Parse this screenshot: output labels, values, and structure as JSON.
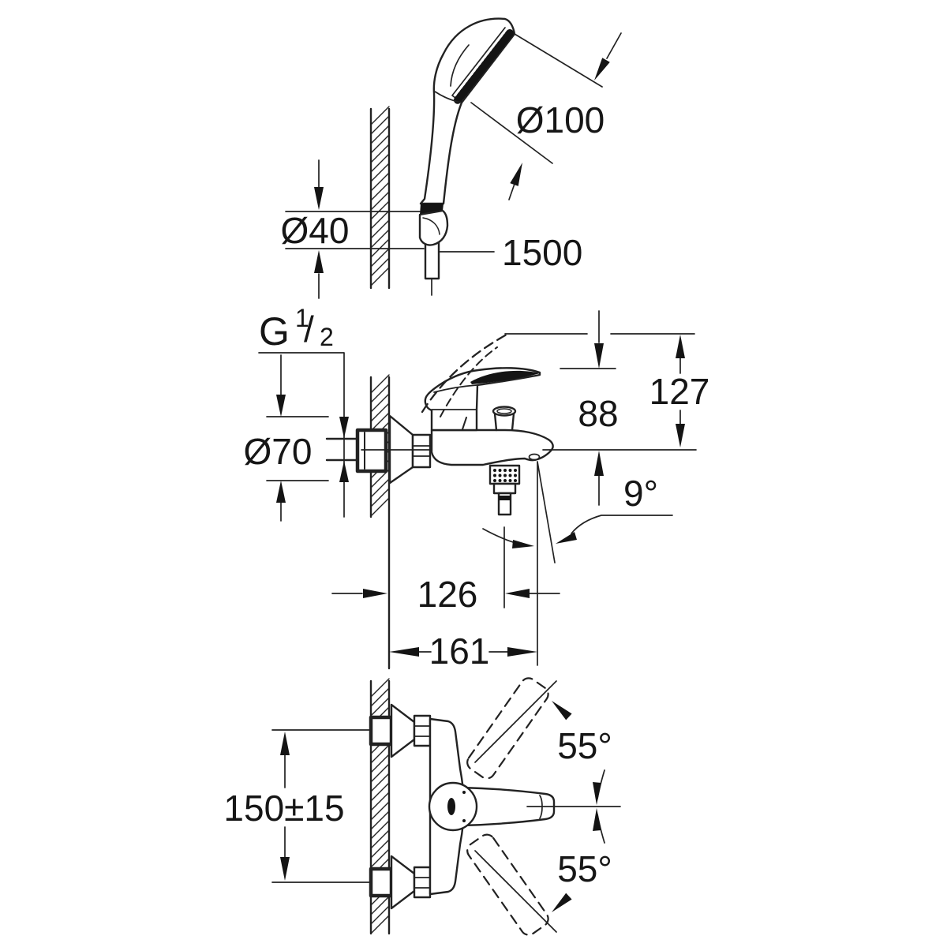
{
  "colors": {
    "line": "#222222",
    "dark": "#141414",
    "background": "#ffffff"
  },
  "views": {
    "hand_shower": {
      "labels": {
        "head_diameter": "Ø100",
        "holder_diameter": "Ø40",
        "hose_length": "1500"
      }
    },
    "mixer_side": {
      "labels": {
        "thread_g": "G",
        "thread_numerator": "1",
        "thread_slash": "/",
        "thread_denominator": "2",
        "escutcheon_diameter": "Ø70",
        "center_to_handle": "88",
        "center_to_open_handle": "127",
        "spout_angle": "9°",
        "wall_to_aerator": "126",
        "wall_to_spout_tip": "161"
      }
    },
    "mixer_top": {
      "labels": {
        "hole_spacing": "150±15",
        "handle_swing_upper": "55°",
        "handle_swing_lower": "55°"
      }
    }
  }
}
